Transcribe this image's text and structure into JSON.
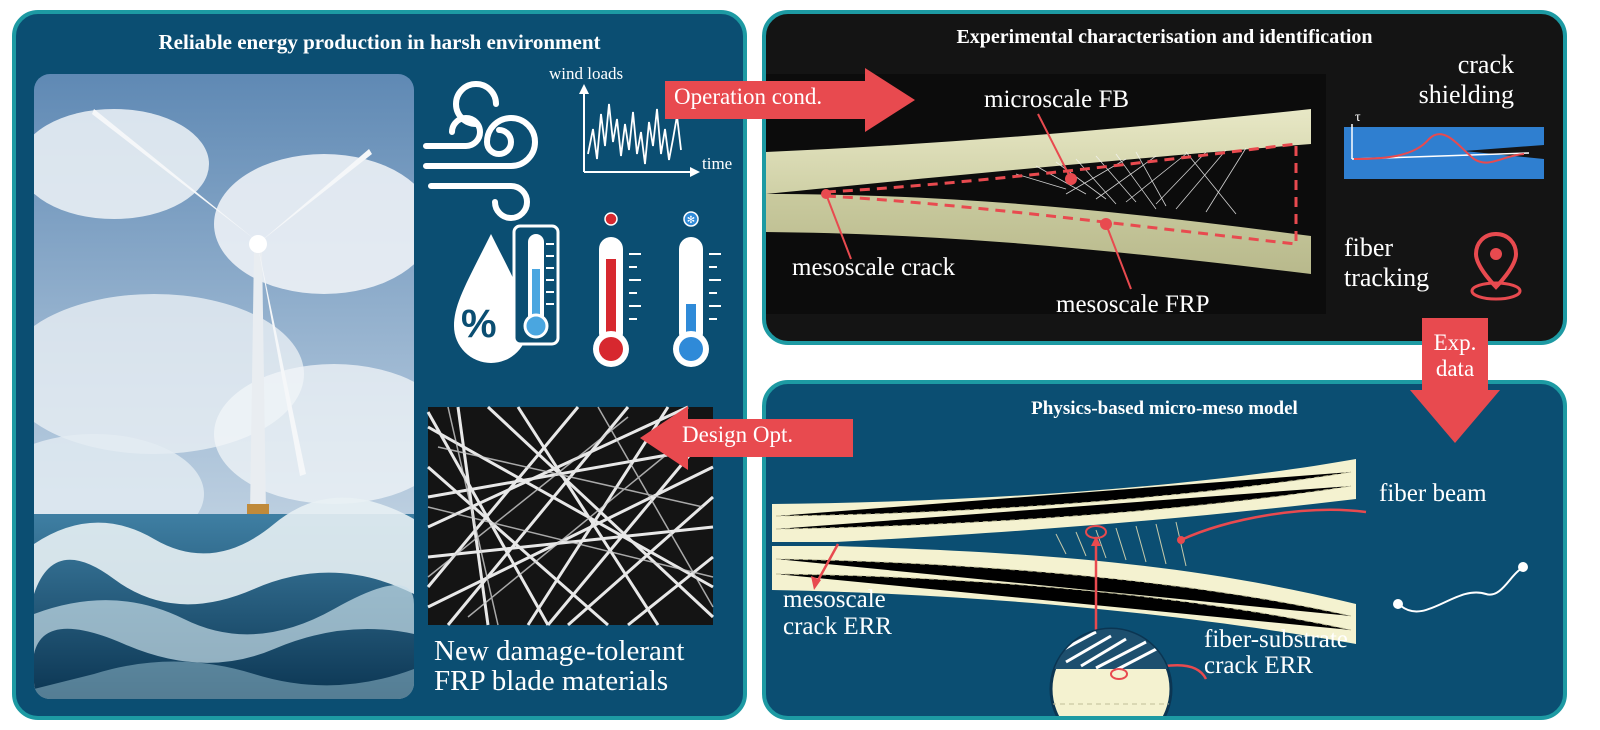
{
  "panels": {
    "left": {
      "title": "Reliable energy production in harsh environment",
      "wind_loads_label": "wind loads",
      "time_label": "time",
      "humidity_symbol": "%",
      "materials_label_line1": "New damage-tolerant",
      "materials_label_line2": "FRP blade materials"
    },
    "experimental": {
      "title": "Experimental characterisation and identification",
      "microscale_fb": "microscale FB",
      "mesoscale_crack": "mesoscale crack",
      "mesoscale_frp": "mesoscale FRP",
      "crack_shielding_line1": "crack",
      "crack_shielding_line2": "shielding",
      "tau_symbol": "τ",
      "fiber_tracking_line1": "fiber",
      "fiber_tracking_line2": "tracking"
    },
    "model": {
      "title": "Physics-based micro-meso model",
      "fiber_beam": "fiber beam",
      "mesoscale_crack_err_line1": "mesoscale",
      "mesoscale_crack_err_line2": "crack ERR",
      "fiber_substrate_line1": "fiber-substrate",
      "fiber_substrate_line2": "crack ERR"
    }
  },
  "arrows": {
    "operation": "Operation cond.",
    "exp_data_line1": "Exp.",
    "exp_data_line2": "data",
    "design": "Design Opt."
  },
  "colors": {
    "panel_blue": "#0b4e72",
    "panel_dark": "#141414",
    "panel_border": "#1d9aa3",
    "arrow_red": "#e84a4f",
    "specimen": "#f4f2d0",
    "cold_blue": "#2f8ad8",
    "hot_red": "#d7282f"
  }
}
